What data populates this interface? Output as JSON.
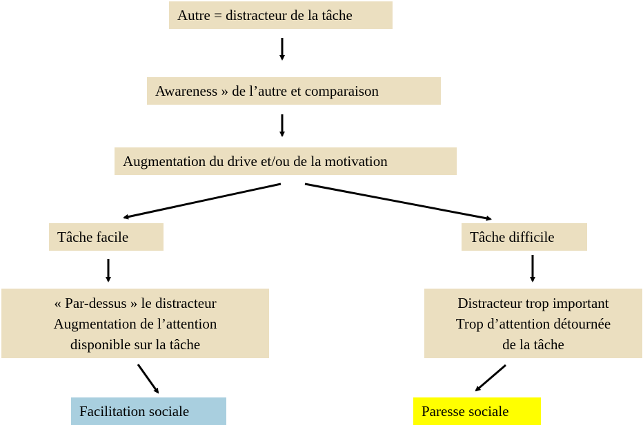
{
  "colors": {
    "box_fill": "#ebdfc0",
    "facilitation_fill": "#a9cfdf",
    "paresse_fill": "#ffff00",
    "arrow": "#000000"
  },
  "nodes": {
    "distracteur": "Autre = distracteur de la tâche",
    "awareness": "Awareness » de l’autre et comparaison",
    "augmentation": "Augmentation du drive et/ou de la motivation",
    "facile": "Tâche facile",
    "difficile": "Tâche difficile",
    "facile_detail": [
      "« Par-dessus » le distracteur",
      "Augmentation de l’attention",
      "disponible sur la tâche"
    ],
    "difficile_detail": [
      "Distracteur trop important",
      "Trop d’attention détournée",
      "de la tâche"
    ],
    "facilitation": "Facilitation sociale",
    "paresse": "Paresse sociale"
  }
}
